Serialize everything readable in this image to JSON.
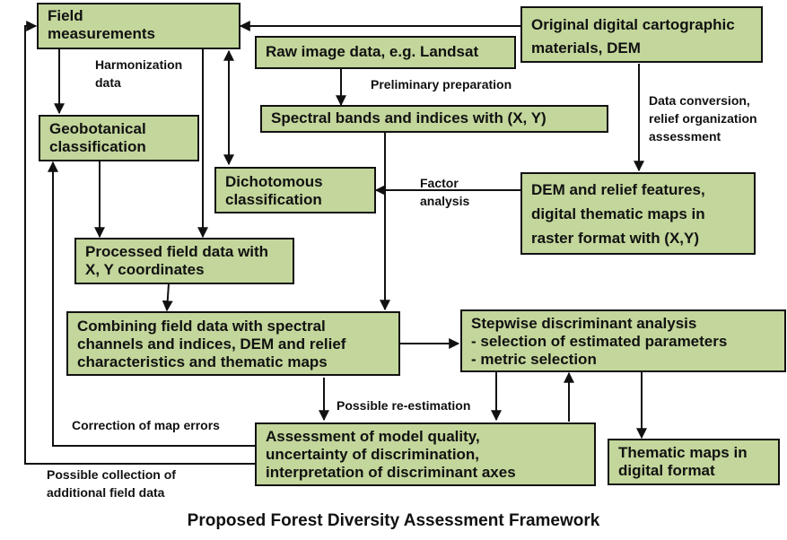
{
  "title": "Proposed Forest Diversity Assessment Framework",
  "nodes": {
    "field_measurements": "Field\nmeasurements",
    "original_cartographic": "Original digital cartographic\nmaterials, DEM",
    "raw_image": "Raw image data, e.g. Landsat",
    "spectral_bands": "Spectral bands and indices with (X, Y)",
    "geobotanical": "Geobotanical\nclassification",
    "dichotomous": "Dichotomous\nclassification",
    "dem_relief": "DEM and relief features,\ndigital thematic maps in\nraster format with (X,Y)",
    "processed_field": "Processed field data with\nX, Y coordinates",
    "combining": "Combining field data with spectral\nchannels and indices, DEM and relief\ncharacteristics and thematic maps",
    "stepwise": "Stepwise discriminant analysis\n   - selection of estimated parameters\n   - metric selection",
    "assessment": "Assessment of model quality,\nuncertainty of discrimination,\ninterpretation of discriminant axes",
    "thematic_maps": "Thematic maps in\ndigital format"
  },
  "edge_labels": {
    "harmonization": "Harmonization\ndata",
    "preliminary": "Preliminary preparation",
    "data_conversion": "Data conversion,\nrelief organization\nassessment",
    "factor_analysis": "Factor\nanalysis",
    "re_estimation": "Possible re-estimation",
    "correction": "Correction of map errors",
    "additional_field": "Possible collection of\nadditional field data"
  }
}
